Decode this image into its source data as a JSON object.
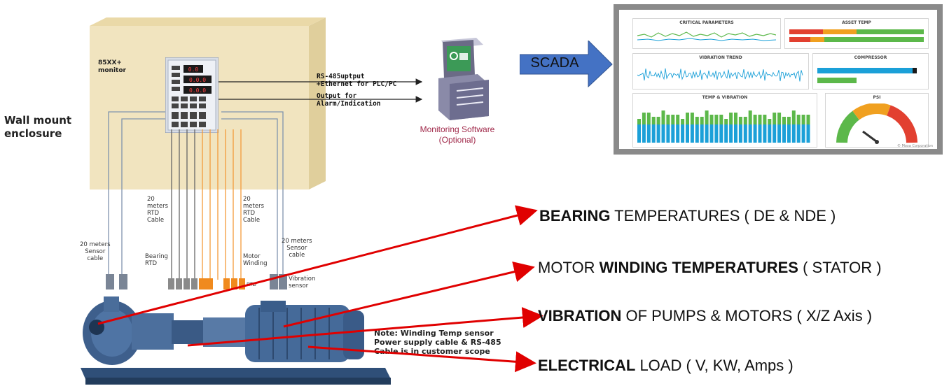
{
  "enclosure": {
    "label_line1": "Wall mount",
    "label_line2": "enclosure",
    "monitor_label_line1": "85XX+",
    "monitor_label_line2": "monitor",
    "display_values": [
      "0.0",
      "0.0.0",
      "0.0.0"
    ]
  },
  "outputs": {
    "rs485_line1": "RS-485uptput",
    "rs485_line2": "+Ethernet for PLC/PC",
    "alarm_line1": "Output for",
    "alarm_line2": "Alarm/Indication"
  },
  "monitoring_software": {
    "line1": "Monitoring Software",
    "line2": "(Optional)"
  },
  "scada": {
    "label": "SCADA"
  },
  "dashboard": {
    "panels": [
      {
        "title": "CRITICAL PARAMETERS"
      },
      {
        "title": "ASSET TEMP"
      },
      {
        "title": "VIBRATION TREND"
      },
      {
        "title": "COMPRESSOR"
      },
      {
        "title": "TEMP & VIBRATION"
      },
      {
        "title": "PSI"
      }
    ],
    "copyright": "© Moxa Corporation",
    "colors": {
      "green": "#5cb84a",
      "blue": "#1ba0d8",
      "orange": "#f0a020",
      "red": "#e24030"
    }
  },
  "cables": {
    "sensor_left": [
      "20 meters",
      "Sensor",
      "cable"
    ],
    "rtd_left": [
      "20",
      "meters",
      "RTD",
      "Cable"
    ],
    "rtd_right": [
      "20",
      "meters",
      "RTD",
      "Cable"
    ],
    "sensor_right": [
      "20 meters",
      "Sensor",
      "cable"
    ],
    "bearing": [
      "Bearing",
      "RTD"
    ],
    "motor_winding": [
      "Motor",
      "Winding"
    ],
    "vibration": [
      "Vibration",
      "sensor"
    ],
    "rtd_small": "RTD"
  },
  "note": {
    "line1": "Note:   Winding Temp sensor",
    "line2": "Power supply cable & RS-485",
    "line3": "Cable is in customer scope"
  },
  "parameters": [
    {
      "bold_prefix": "BEARING",
      "text": " TEMPERATURES ( DE & NDE )",
      "bold_suffix": "",
      "rest": ""
    },
    {
      "bold_prefix": "",
      "text": "MOTOR ",
      "bold_suffix": "WINDING TEMPERATURES",
      "rest": " ( STATOR )"
    },
    {
      "bold_prefix": "VIBRATION",
      "text": " OF PUMPS & MOTORS ( X/Z Axis )",
      "bold_suffix": "",
      "rest": ""
    },
    {
      "bold_prefix": "ELECTRICAL",
      "text": " LOAD ( V, KW, Amps )",
      "bold_suffix": "",
      "rest": ""
    }
  ]
}
